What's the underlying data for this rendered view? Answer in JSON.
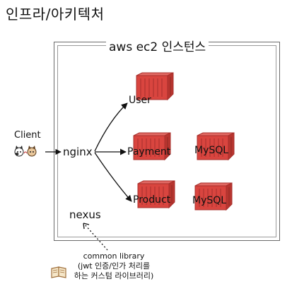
{
  "page_title": "인프라/아키텍처",
  "ec2": {
    "label": "aws ec2 인스턴스"
  },
  "client": {
    "label": "Client"
  },
  "nginx": {
    "label": "nginx"
  },
  "services": [
    {
      "label": "User"
    },
    {
      "label": "Payment"
    },
    {
      "label": "Product"
    }
  ],
  "databases": [
    {
      "label": "MySQL"
    },
    {
      "label": "MySQL"
    }
  ],
  "nexus": {
    "label": "nexus"
  },
  "common_library": {
    "line1": "common library",
    "line2": "(jwt 인증/인가 처리를",
    "line3": "하는 커스텀 라이브러리)"
  },
  "colors": {
    "container_red": "#d9453f",
    "container_dark": "#a8302c",
    "border_gray": "#6b6b6b",
    "book_brown": "#a0703c"
  },
  "icons": {
    "client": "cat-pair-icon",
    "library": "open-book-icon",
    "containers": "shipping-container-icon"
  }
}
